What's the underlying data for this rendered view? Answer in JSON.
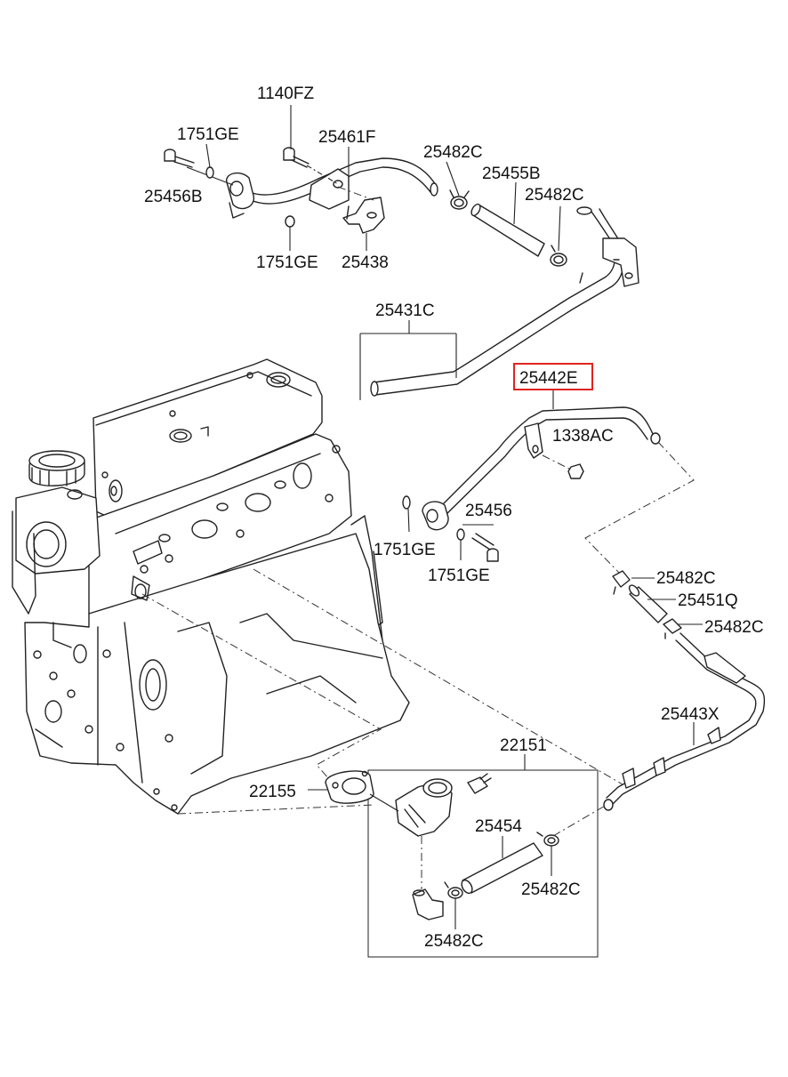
{
  "highlight_color": "#e0241f",
  "labels": {
    "p1140FZ": "1140FZ",
    "p1751GE_a": "1751GE",
    "p25461F": "25461F",
    "p25482C_a": "25482C",
    "p25455B": "25455B",
    "p25482C_b": "25482C",
    "p25456B": "25456B",
    "p1751GE_b": "1751GE",
    "p25438": "25438",
    "p25431C": "25431C",
    "p25442E": "25442E",
    "p1338AC": "1338AC",
    "p25456": "25456",
    "p1751GE_c": "1751GE",
    "p1751GE_d": "1751GE",
    "p25482C_c": "25482C",
    "p25451Q": "25451Q",
    "p25482C_d": "25482C",
    "p25443X": "25443X",
    "p22151": "22151",
    "p22155": "22155",
    "p25454": "25454",
    "p25482C_e": "25482C",
    "p25482C_f": "25482C"
  }
}
